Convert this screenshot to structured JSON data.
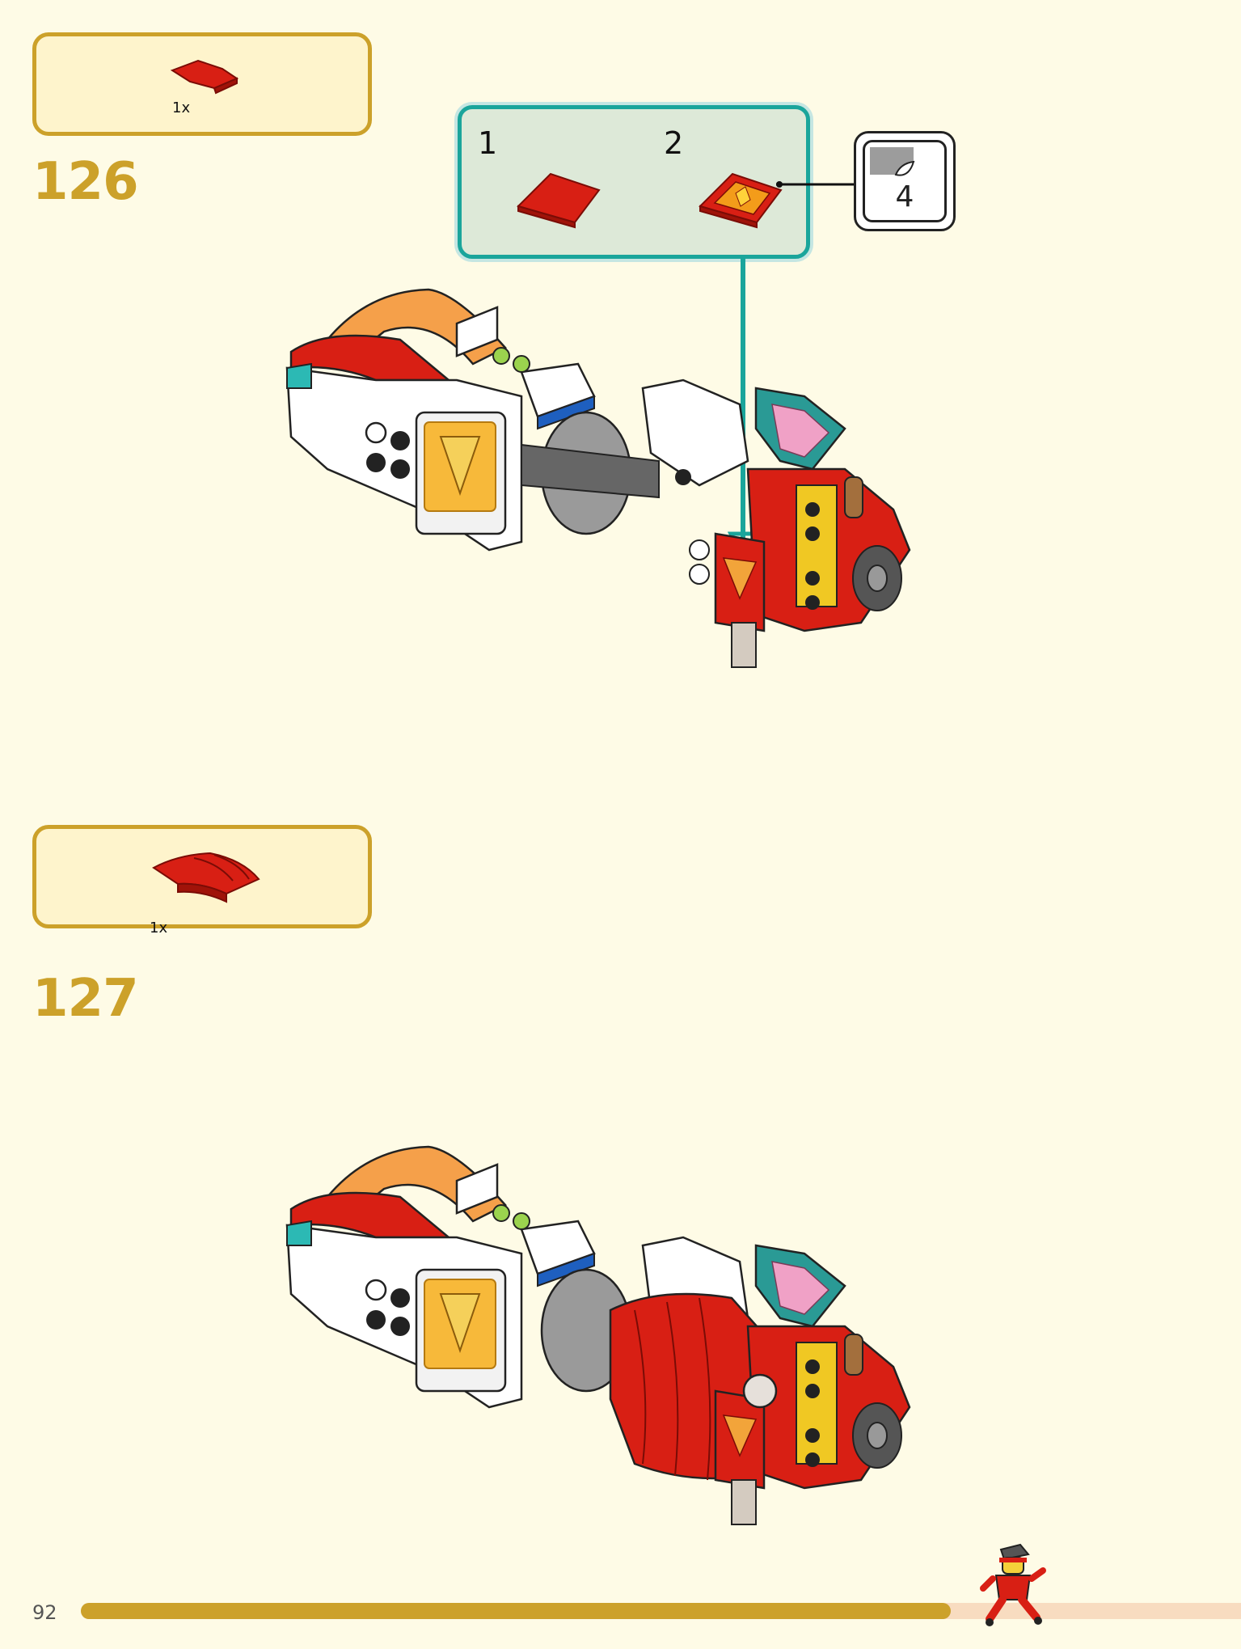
{
  "steps": [
    {
      "number": "126",
      "parts_qty": "1x",
      "callout": {
        "sub_steps": [
          "1",
          "2"
        ],
        "sticker_number": "4"
      }
    },
    {
      "number": "127",
      "parts_qty": "1x"
    }
  ],
  "footer": {
    "page_number": "92",
    "progress_fraction": 0.75
  },
  "colors": {
    "accent": "#cca12a",
    "callout_border": "#1aa59b",
    "background": "#fefbe6",
    "brick_red": "#d81f14"
  }
}
